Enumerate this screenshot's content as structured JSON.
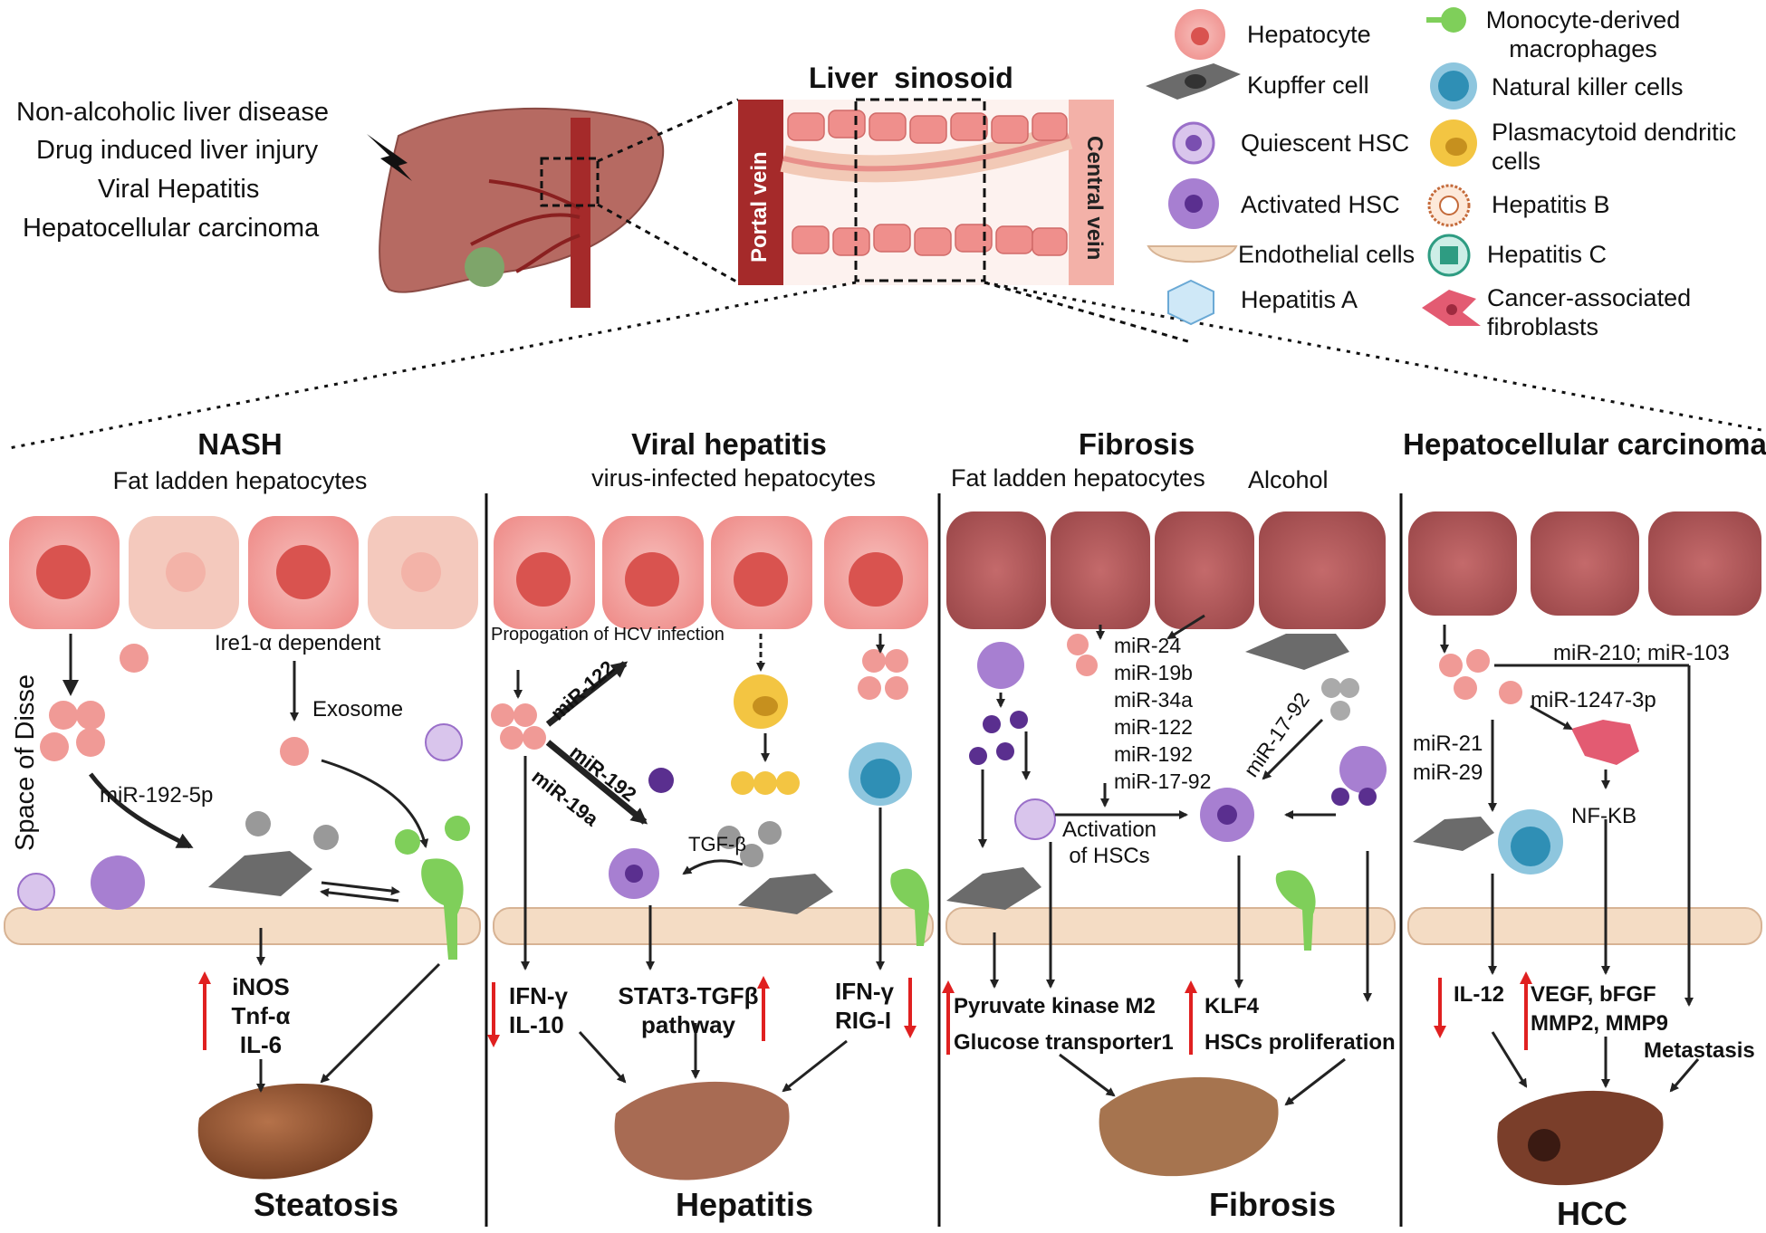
{
  "top": {
    "diseases": [
      "Non-alcoholic liver disease",
      "Drug induced liver injury",
      "Viral Hepatitis",
      "Hepatocellular carcinoma"
    ],
    "sinusoid_title": "Liver  sinosoid",
    "portal_vein": "Portal vein",
    "central_vein": "Central vein"
  },
  "legend": {
    "left": [
      "Hepatocyte",
      "Kupffer cell",
      "Quiescent HSC",
      "Activated HSC",
      "Endothelial cells",
      "Hepatitis A"
    ],
    "right": [
      "Monocyte-derived macrophages",
      "Natural killer cells",
      "Plasmacytoid dendritic cells",
      "Hepatitis B",
      "Hepatitis C",
      "Cancer-associated fibroblasts"
    ]
  },
  "panels": {
    "nash": {
      "title": "NASH",
      "subtitle": "Fat ladden hepatocytes",
      "space_label": "Space of Disse",
      "ire": "Ire1-α dependent",
      "exosome": "Exosome",
      "mir": "miR-192-5p",
      "markers": [
        "iNOS",
        "Tnf-α",
        "IL-6"
      ],
      "outcome": "Steatosis"
    },
    "viral": {
      "title": "Viral hepatitis",
      "subtitle": "virus-infected hepatocytes",
      "propagation": "Propogation of HCV infection",
      "mir122": "miR-122",
      "mir192": "miR-192",
      "mir19a": "miR-19a",
      "tgf": "TGF-β",
      "left_markers": [
        "IFN-γ",
        "IL-10"
      ],
      "mid_markers": [
        "STAT3-TGFβ",
        "pathway"
      ],
      "right_markers": [
        "IFN-γ",
        "RIG-I"
      ],
      "outcome": "Hepatitis"
    },
    "fibrosis": {
      "title": "Fibrosis",
      "subtitle": "Fat ladden hepatocytes",
      "alcohol": "Alcohol",
      "mirs": [
        "miR-24",
        "miR-19b",
        "miR-34a",
        "miR-122",
        "miR-192",
        "miR-17-92"
      ],
      "mir_diag": "miR-17-92",
      "activation": [
        "Activation",
        "of HSCs"
      ],
      "left_markers": [
        "Pyruvate kinase M2",
        "Glucose transporter1"
      ],
      "right_markers": [
        "KLF4",
        "HSCs proliferation"
      ],
      "outcome": "Fibrosis"
    },
    "hcc": {
      "title": "Hepatocellular carcinoma",
      "mir210": "miR-210; miR-103",
      "mir1247": "miR-1247-3p",
      "mir21": [
        "miR-21",
        "miR-29"
      ],
      "nfkb": "NF-KB",
      "il12": "IL-12",
      "markers": [
        "VEGF, bFGF",
        "MMP2, MMP9"
      ],
      "metastasis": "Metastasis",
      "outcome": "HCC"
    }
  },
  "colors": {
    "hepatocyte": "#f4a6a6",
    "hepatocyte_dark": "#d9534f",
    "fibrotic": "#b0585a",
    "kupffer": "#6b6b6b",
    "hsc": "#a77fd1",
    "macrophage": "#7fcf5a",
    "nk": "#2f8fb5",
    "pdc": "#f3c542",
    "caf": "#e35b72",
    "endothelial": "#f4dcc4",
    "vein": "#a52a2a",
    "up_arrow": "#e02020",
    "liver_brown": "#8a5230"
  }
}
